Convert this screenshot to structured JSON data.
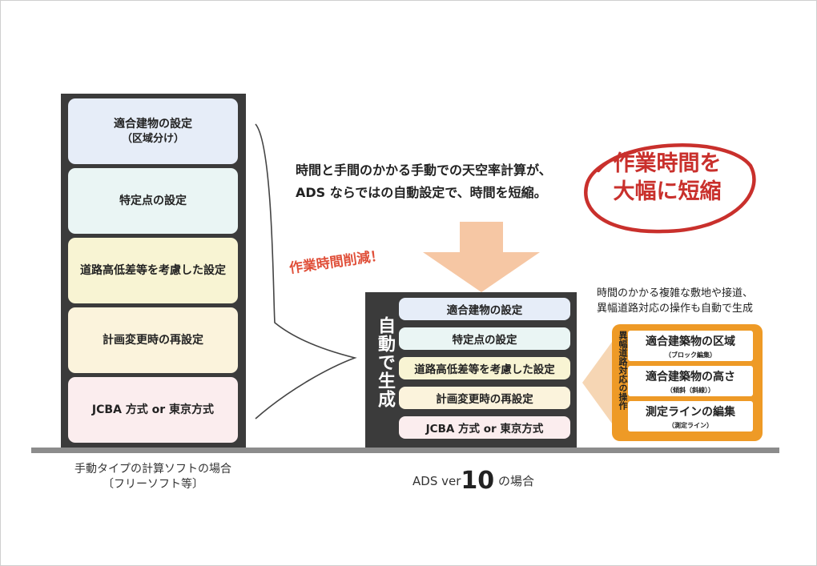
{
  "manual": {
    "steps": [
      {
        "label": "適合建物の設定",
        "sub": "（区域分け）",
        "color": "#e6edf8"
      },
      {
        "label": "特定点の設定",
        "sub": "",
        "color": "#eaf5f4"
      },
      {
        "label": "道路高低差等を考慮した設定",
        "sub": "",
        "color": "#f8f4d3"
      },
      {
        "label": "計画変更時の再設定",
        "sub": "",
        "color": "#fbf3dc"
      },
      {
        "label": "JCBA 方式 or 東京方式",
        "sub": "",
        "color": "#fbedee"
      }
    ],
    "caption_line1": "手動タイプの計算ソフトの場合",
    "caption_line2": "〔フリーソフト等〕"
  },
  "ads": {
    "side_label": "自動で生成",
    "steps": [
      {
        "label": "適合建物の設定",
        "color": "#e6edf8"
      },
      {
        "label": "特定点の設定",
        "color": "#eaf5f4"
      },
      {
        "label": "道路高低差等を考慮した設定",
        "color": "#f8f4d3"
      },
      {
        "label": "計画変更時の再設定",
        "color": "#fbf3dc"
      },
      {
        "label": "JCBA 方式 or 東京方式",
        "color": "#fbedee"
      }
    ],
    "caption_prefix": "ADS ver",
    "caption_version": "10",
    "caption_suffix": " の場合"
  },
  "message": {
    "line1": "時間と手間のかかる手動での天空率計算が、",
    "line2": "ADS ならではの自動設定で、時間を短縮。"
  },
  "stamp": {
    "line1": "作業時間を",
    "line2": "大幅に短縮",
    "color": "#c9302c"
  },
  "reduction": {
    "label": "作業時間削減！",
    "color": "#e0503a"
  },
  "complex": {
    "note_line1": "時間のかかる複雑な敷地や接道、",
    "note_line2": "異幅道路対応の操作も自動で生成",
    "side_label": "異幅道路対応の操作",
    "items": [
      {
        "label": "適合建築物の区域",
        "sub": "（ブロック編集）"
      },
      {
        "label": "適合建築物の高さ",
        "sub": "（傾斜（斜線））"
      },
      {
        "label": "測定ラインの編集",
        "sub": "（測定ライン）"
      }
    ],
    "color": "#ee9a26"
  }
}
